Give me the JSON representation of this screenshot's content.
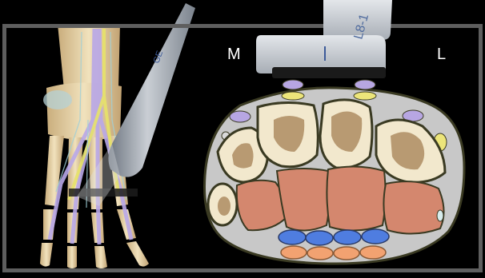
{
  "orientation": {
    "medial_label": "M",
    "lateral_label": "L"
  },
  "probe": {
    "text": "L8-1",
    "brand_mark": "GE"
  },
  "colors": {
    "frame_border": "#5e5e5e",
    "tendon": "#cfc2dc",
    "nerve": "#e6e27a",
    "bone_cortex": "#f2e8cd",
    "bone_marrow": "#b89a72",
    "muscle": "#d4876e",
    "tissue": "#c8c8c8",
    "blue_tendons": "#4f7de0",
    "orange_tendons": "#f2a271"
  }
}
